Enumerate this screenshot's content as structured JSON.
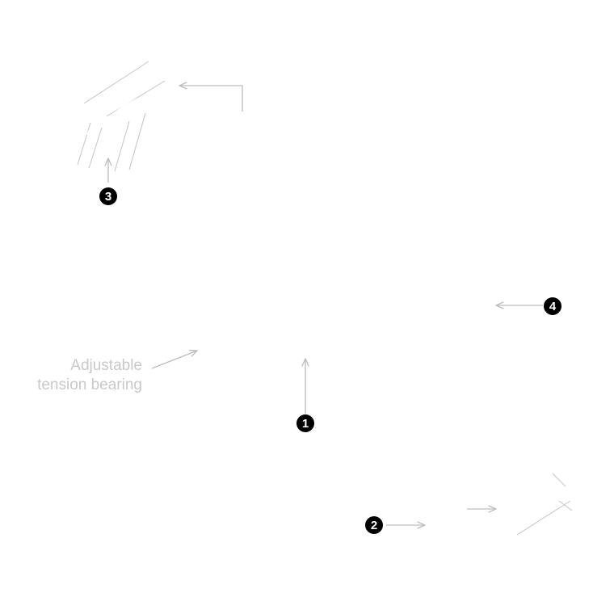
{
  "diagram": {
    "subject": "laptop-stand-exploded-view",
    "colors": {
      "part": "#000000",
      "outline": "#ffffff",
      "leader": "#bdbdbd",
      "label": "#c9c9c9",
      "background": "#ffffff"
    },
    "callouts": [
      {
        "id": "1",
        "number": "1"
      },
      {
        "id": "2",
        "number": "2"
      },
      {
        "id": "3",
        "number": "3"
      },
      {
        "id": "4",
        "number": "4"
      }
    ],
    "label_lines": [
      "Adjustable",
      "tension bearing"
    ]
  }
}
